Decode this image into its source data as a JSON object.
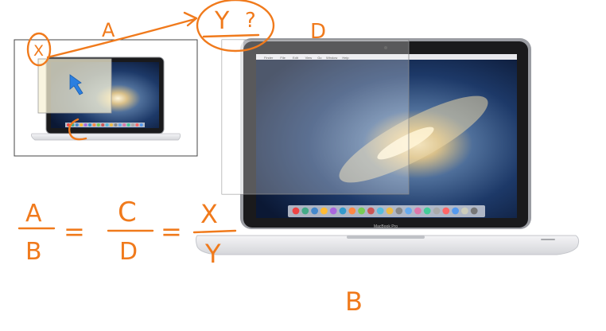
{
  "annotations": {
    "x": "X",
    "y": "Y",
    "question": "?",
    "a": "A",
    "b": "B",
    "c": "C",
    "d": "D",
    "equals": "="
  },
  "laptop_large": {
    "menubar": [
      "Finder",
      "File",
      "Edit",
      "View",
      "Go",
      "Window",
      "Help"
    ],
    "brand": "MacBook Pro"
  },
  "colors": {
    "ink": "#f07a1c",
    "arrow": "#2b7fe0",
    "highlight": "#f7f1d6"
  },
  "icons": {
    "cursor": "arrow-cursor-icon"
  }
}
